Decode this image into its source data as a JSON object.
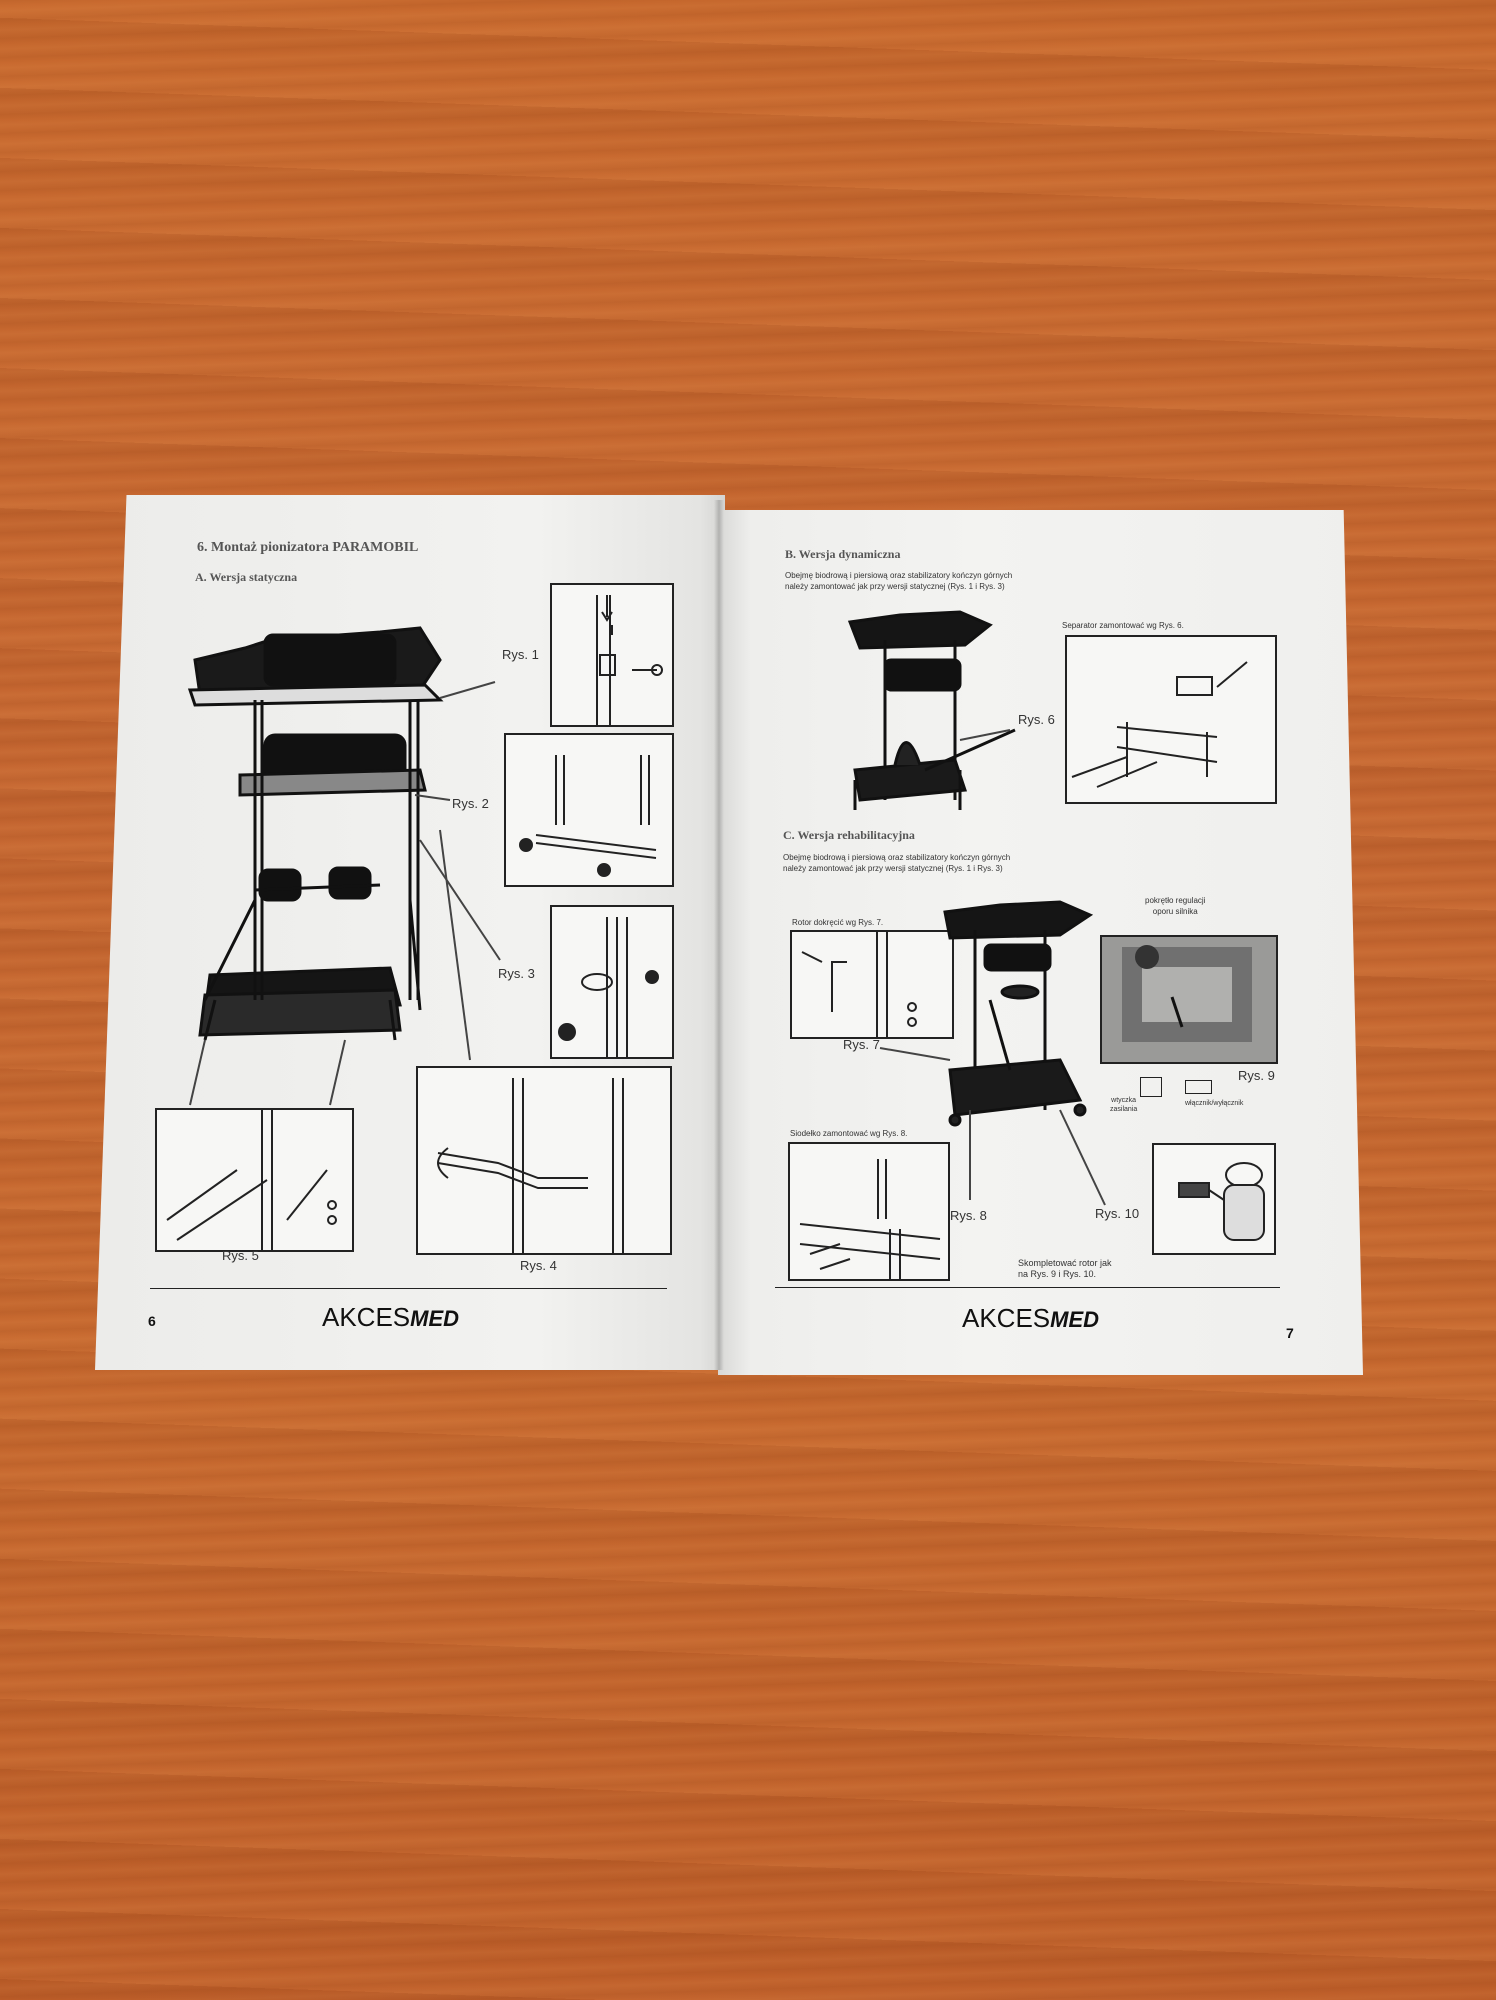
{
  "left_page": {
    "section_title": "6. Montaż pionizatora PARAMOBIL",
    "subsection_title": "A. Wersja statyczna",
    "figure_labels": {
      "rys1": "Rys. 1",
      "rys2": "Rys. 2",
      "rys3": "Rys. 3",
      "rys4": "Rys. 4",
      "rys5": "Rys. 5"
    },
    "page_number": "6",
    "brand": {
      "prefix": "AKCES",
      "suffix": "MED"
    }
  },
  "right_page": {
    "section_b_title": "B. Wersja dynamiczna",
    "section_b_text": [
      "Obejmę biodrową i piersiową oraz stabilizatory kończyn górnych",
      "należy zamontować jak przy wersji statycznej (Rys. 1 i Rys. 3)"
    ],
    "separator_caption": "Separator zamontować wg Rys. 6.",
    "rys6": "Rys. 6",
    "section_c_title": "C. Wersja rehabilitacyjna",
    "section_c_text": [
      "Obejmę biodrową i piersiową oraz stabilizatory kończyn górnych",
      "należy zamontować jak przy wersji statycznej (Rys. 1 i Rys. 3)"
    ],
    "rotor_caption": "Rotor dokręcić wg Rys. 7.",
    "rys7": "Rys. 7",
    "knob_caption": [
      "pokrętło regulacji",
      "oporu silnika"
    ],
    "rys9": "Rys. 9",
    "plug_caption": [
      "wtyczka",
      "zasilania"
    ],
    "switch_caption": "włącznik/wyłącznik",
    "seat_caption": "Siodełko zamontować wg Rys. 8.",
    "rys8": "Rys. 8",
    "rys10": "Rys. 10",
    "complete_caption": [
      "Skompletować rotor jak",
      "na Rys. 9 i Rys. 10."
    ],
    "page_number": "7",
    "brand": {
      "prefix": "AKCES",
      "suffix": "MED"
    }
  },
  "colors": {
    "table_wood": "#c6672f",
    "paper": "#f1f1ef",
    "ink": "#222222"
  }
}
